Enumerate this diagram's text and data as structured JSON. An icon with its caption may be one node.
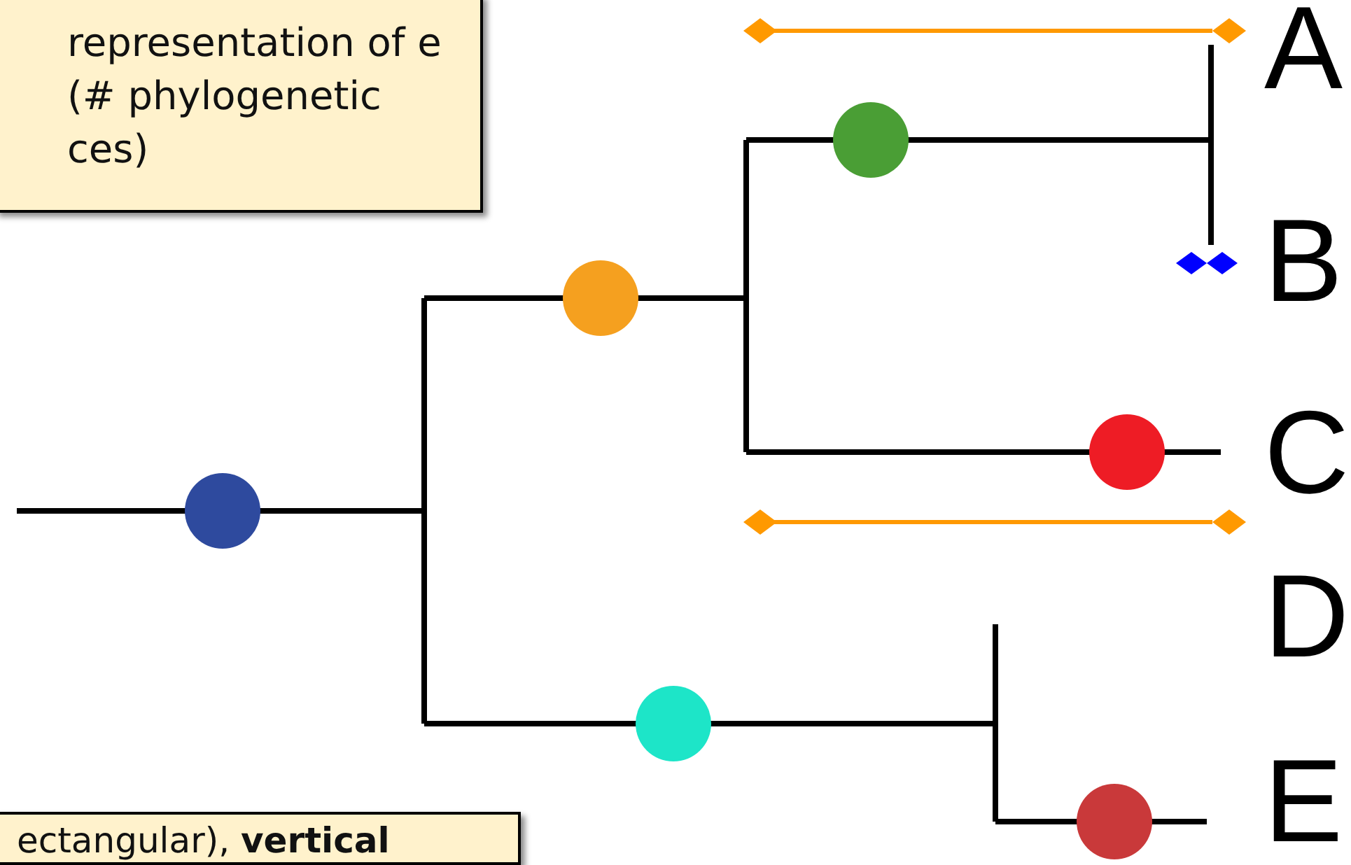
{
  "diagram": {
    "nodes": [
      {
        "text": [
          "representation of e (# phylogenetic ces)"
        ]
      },
      {
        "text": [
          "ectangular), **vertical**"
        ]
      }
    ],
    "labels": [
      "A",
      "B",
      "C",
      "D",
      "E"
    ]
  }
}
